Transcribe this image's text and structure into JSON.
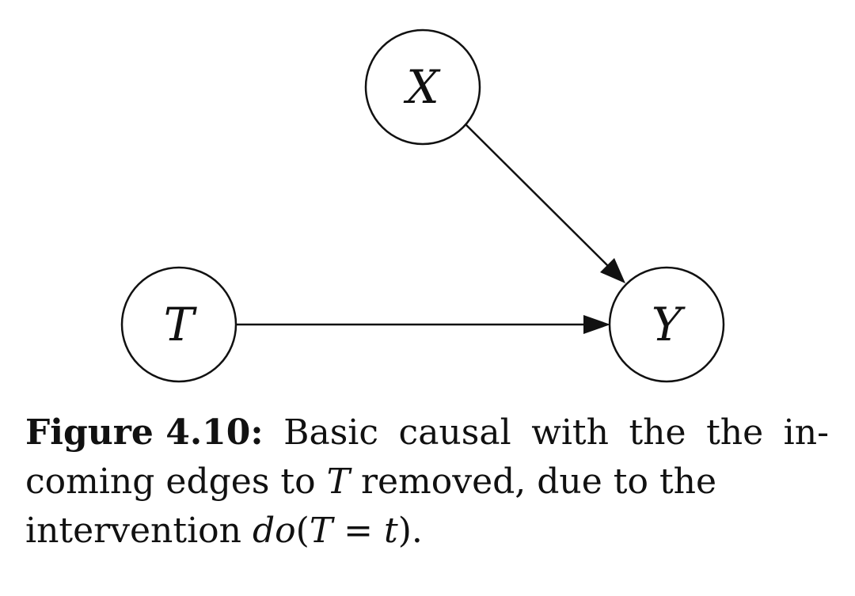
{
  "diagram": {
    "nodes": {
      "x": "X",
      "t": "T",
      "y": "Y"
    },
    "edges": [
      {
        "from": "X",
        "to": "Y"
      },
      {
        "from": "T",
        "to": "Y"
      }
    ]
  },
  "caption": {
    "lead": "Figure 4.10:",
    "line1_words": [
      "Basic",
      "causal",
      "with",
      "the",
      "the",
      "in-"
    ],
    "line2_pre": "coming edges to",
    "line2_var": "T",
    "line2_post": "removed, due to the",
    "line3_pre": "intervention",
    "line3_func": "do",
    "line3_open": "(",
    "line3_var": "T",
    "line3_eq": " = ",
    "line3_val": "t",
    "line3_close": ")."
  }
}
